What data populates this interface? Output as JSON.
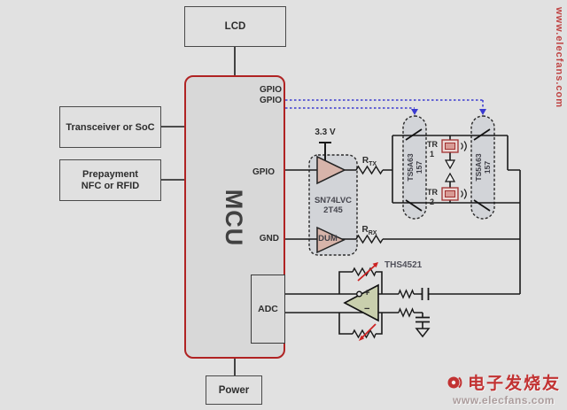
{
  "diagram": {
    "blocks": {
      "lcd": {
        "label": "LCD"
      },
      "mcu": {
        "label": "MCU"
      },
      "transceiver": {
        "label": "Transceiver or SoC"
      },
      "prepayment": {
        "line1": "Prepayment",
        "line2": "NFC or RFID"
      },
      "power": {
        "label": "Power"
      },
      "adc": {
        "label": "ADC"
      }
    },
    "mcu_pins": {
      "gpio_top1": "GPIO",
      "gpio_top2": "GPIO",
      "gpio_tx": "GPIO",
      "gnd": "GND"
    },
    "components": {
      "supply_voltage": "3.3 V",
      "level_shifter": {
        "line1": "SN74LVC",
        "line2": "2T45",
        "dummy_channel": "DUM"
      },
      "r_tx": {
        "base": "R",
        "sub": "TX"
      },
      "r_rx": {
        "base": "R",
        "sub": "RX"
      },
      "switch_left": {
        "line1": "TS5A63",
        "line2": "157"
      },
      "switch_right": {
        "line1": "TS5A63",
        "line2": "157"
      },
      "transducer1": {
        "base": "TR",
        "num": "1"
      },
      "transducer2": {
        "base": "TR",
        "num": "2"
      },
      "amplifier": {
        "name": "THS4521",
        "plus": "+",
        "minus": "−"
      }
    },
    "colors": {
      "mcu_border": "#b02323",
      "signal_blue": "#3a3ad0",
      "accent_red": "#cc2222",
      "amp_fill": "#c9cfad",
      "buffer_fill": "#d7b4aa"
    }
  },
  "watermarks": {
    "side_text": "www.elecfans.com",
    "logo_cn": "电子发烧友",
    "logo_url": "www.elecfans.com"
  }
}
